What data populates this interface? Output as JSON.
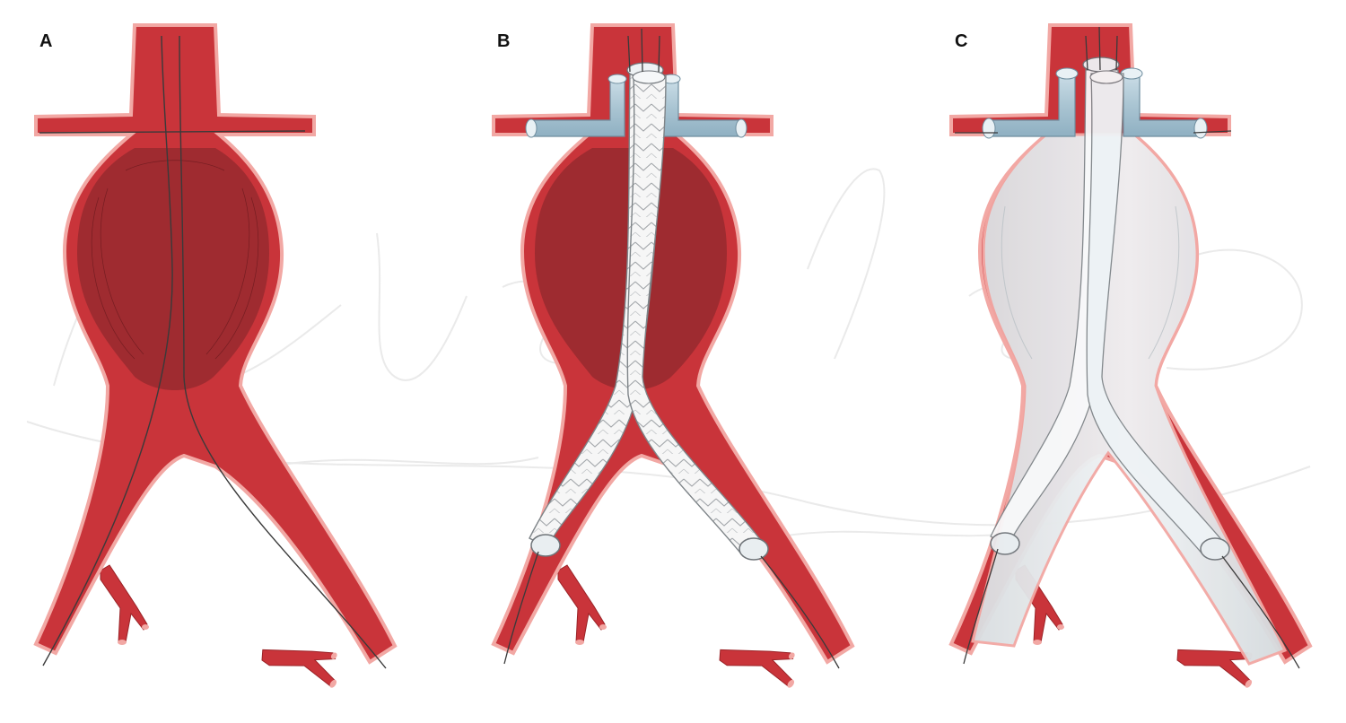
{
  "figure": {
    "panels": [
      {
        "label": "A"
      },
      {
        "label": "B"
      },
      {
        "label": "C"
      }
    ],
    "colors": {
      "vessel": "#c9343a",
      "vessel_edge": "#f2a8a4",
      "aneurysm_sac": "#9a2a30",
      "graft_fabric": "#f7f7f7",
      "graft_stitch": "#9aa0a6",
      "branch_stent": "#a9c4d2",
      "excluded_sac": "#e4ebf0",
      "guidewire": "#3a3a3a",
      "watermark": "#d9d9d9"
    },
    "watermark_signature": "Katie Nicholls"
  }
}
